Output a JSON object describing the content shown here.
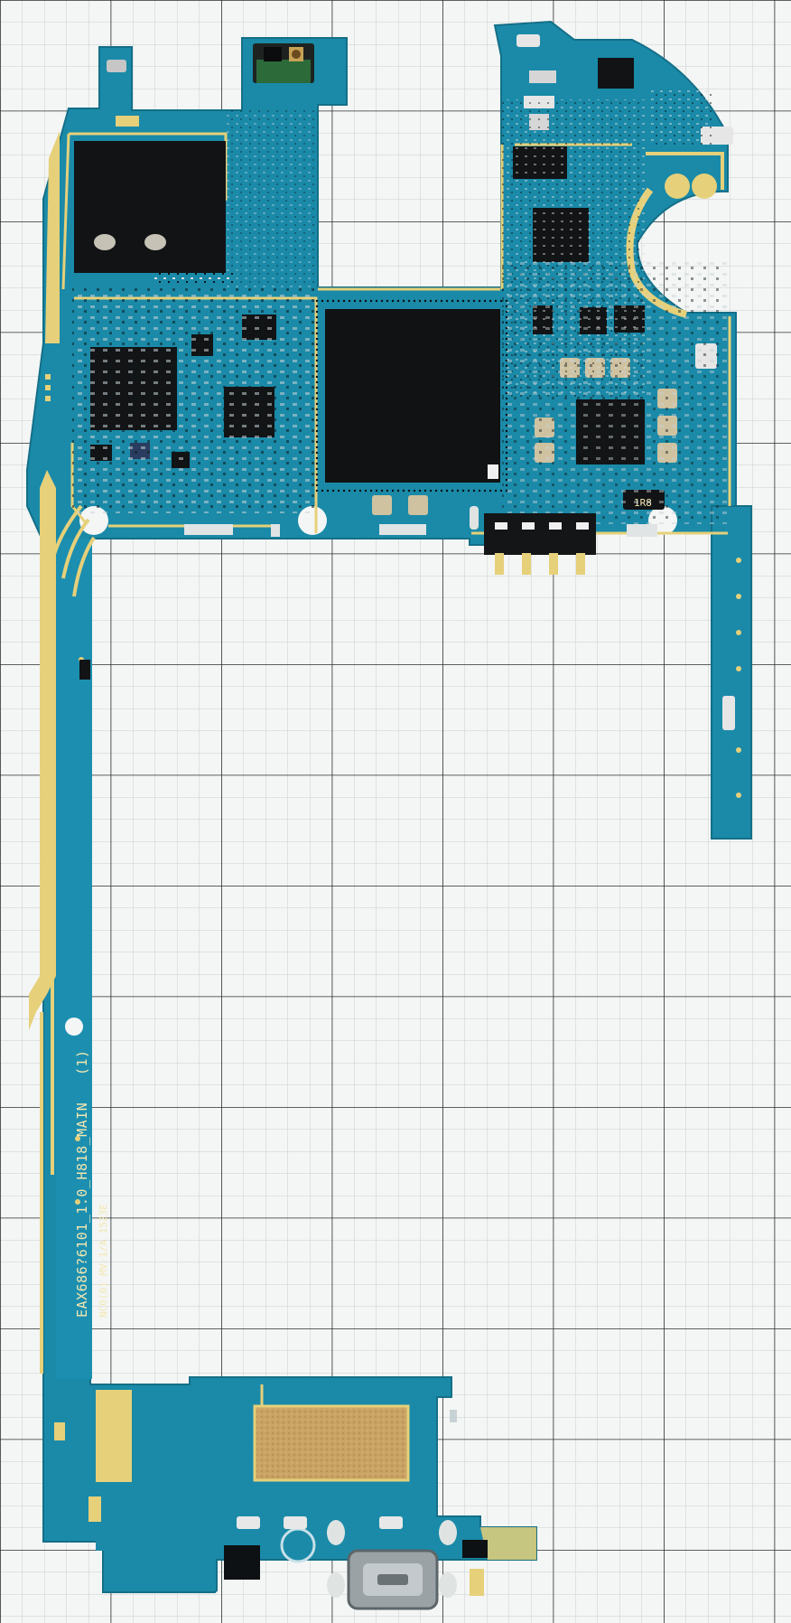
{
  "photo": {
    "board_text_line1": "EAX686?6101_1.0_H818_MAIN",
    "board_text_rev": "(1)",
    "board_text_line2": "NC0(0) MV-1/A 1523E",
    "inductor_label": "1R8",
    "colors": {
      "paper": "#f4f6f5",
      "grid_minor": "#c9cfcd",
      "grid_major": "#2a2f2e",
      "pcb": "#1a8aa8",
      "gold": "#e6d07a",
      "chip": "#121416",
      "copper": "#c9a364"
    }
  }
}
